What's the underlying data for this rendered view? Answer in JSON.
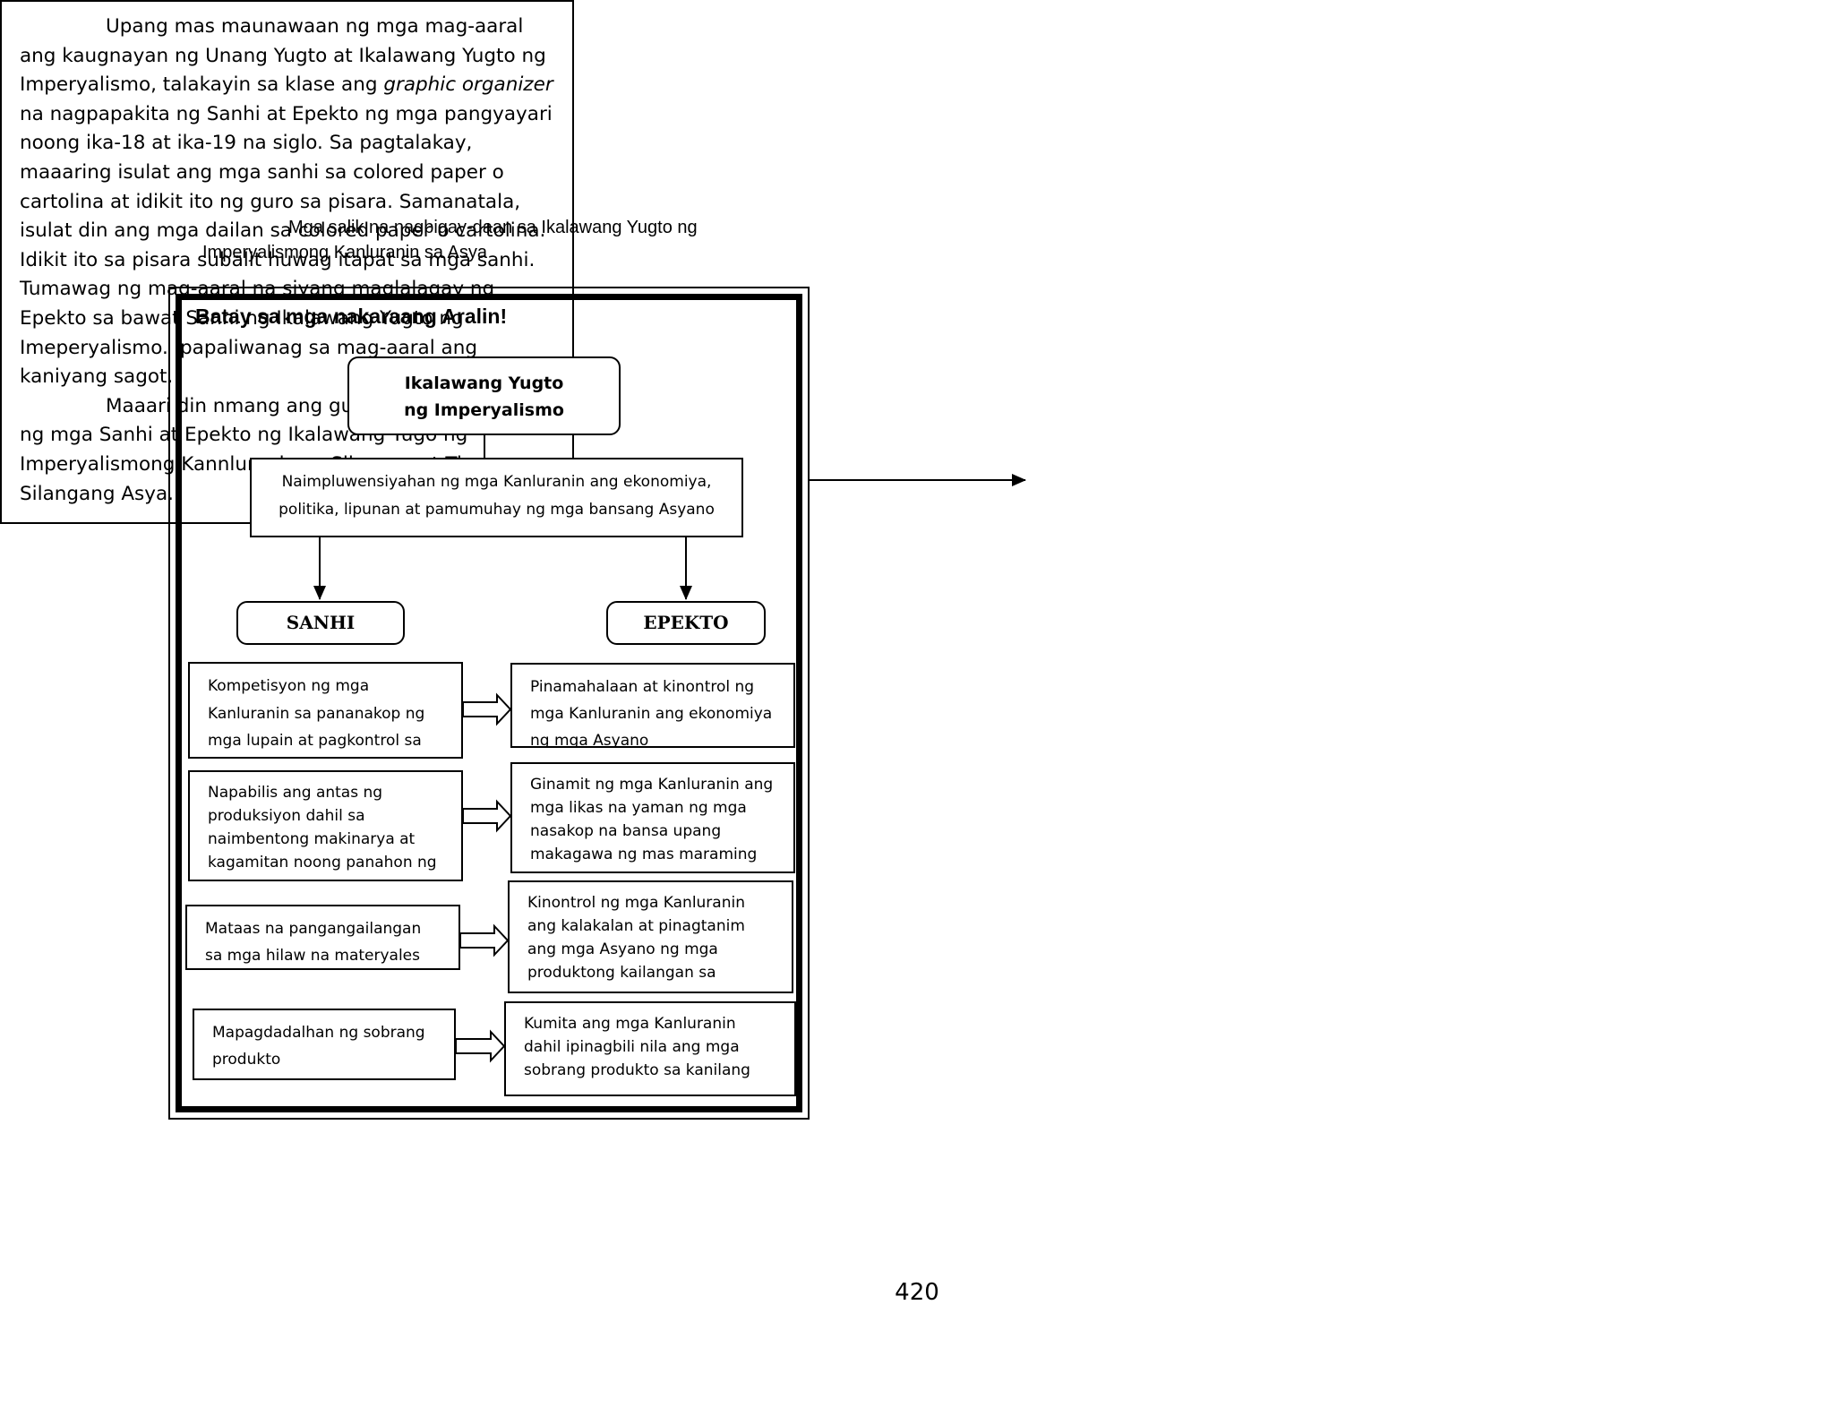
{
  "caption": {
    "line1": "Mga salik na nagbigay-daan sa Ikalawang Yugto ng",
    "line2": "Imperyalismong Kanluranin sa Asya"
  },
  "organizer": {
    "heading": "Batay sa mga nakaraang Aralin!",
    "title_line1": "Ikalawang Yugto",
    "title_line2": "ng Imperyalismo",
    "influence": "Naimpluwensiyahan ng mga Kanluranin ang ekonomiya, politika, lipunan at pamumuhay ng mga bansang Asyano",
    "sanhi_label": "SANHI",
    "epekto_label": "EPEKTO",
    "causes": [
      "Kompetisyon ng mga Kanluranin sa pananakop ng mga lupain at pagkontrol sa",
      "Napabilis ang antas ng produksiyon dahil sa naimbentong makinarya at kagamitan noong panahon ng",
      "Mataas na pangangailangan sa mga hilaw na materyales",
      "Mapagdadalhan ng sobrang produkto"
    ],
    "effects": [
      "Pinamahalaan at kinontrol ng mga Kanluranin ang ekonomiya ng mga Asyano",
      "Ginamit ng mga Kanluranin ang mga likas na yaman ng mga nasakop na bansa upang makagawa ng mas maraming",
      "Kinontrol ng mga Kanluranin ang kalakalan at pinagtanim ang mga Asyano ng mga produktong kailangan sa",
      "Kumita ang mga Kanluranin dahil ipinagbili nila ang mga sobrang produkto sa kanilang"
    ]
  },
  "instructions": {
    "p1_part1": "Upang mas maunawaan ng mga mag-aaral ang kaugnayan ng Unang Yugto at Ikalawang Yugto ng Imperyalismo, talakayin sa klase ang ",
    "p1_italic": "graphic organizer",
    "p1_part2": " na nagpapakita ng Sanhi at Epekto ng mga pangyayari noong ika-18 at ika-19 na siglo.  Sa pagtalakay, maaaring isulat ang mga sanhi sa colored paper o cartolina at idikit ito ng guro sa pisara.  Samanatala, isulat din ang mga dailan sa colored paper o cartolina. Idikit ito sa pisara subalit huwag itapat sa mga sanhi. Tumawag ng mag-aaral na siyang maglalagay ng Epekto sa bawat Sanhi ng Ikalawang Yugto ng Imeperyalismo.  Ipapaliwanag sa mag-aaral ang kaniyang sagot.",
    "p2": "Maaari din nmang ang guro ang magtalakay ng mga Sanhi at Epekto ng Ikalawang Yugo ng Imperyalismong Kannluranin sa Silangan at Timog Silangang Asya."
  },
  "page_number": "420"
}
